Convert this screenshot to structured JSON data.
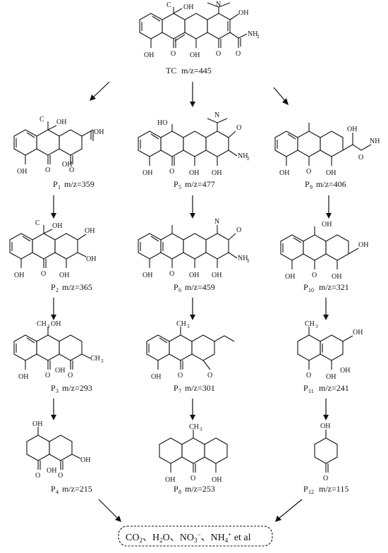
{
  "parent": {
    "name": "TC",
    "mz": "m/z=445"
  },
  "compounds": [
    {
      "id": "P1",
      "prefix": "P",
      "sub": "1",
      "mz": "m/z=359"
    },
    {
      "id": "P5",
      "prefix": "P",
      "sub": "5",
      "mz": "m/z=477"
    },
    {
      "id": "P9",
      "prefix": "P",
      "sub": "9",
      "mz": "m/z=406"
    },
    {
      "id": "P2",
      "prefix": "P",
      "sub": "2",
      "mz": "m/z=365"
    },
    {
      "id": "P6",
      "prefix": "P",
      "sub": "6",
      "mz": "m/z=459"
    },
    {
      "id": "P10",
      "prefix": "P",
      "sub": "10",
      "mz": "m/z=321"
    },
    {
      "id": "P3",
      "prefix": "P",
      "sub": "3",
      "mz": "m/z=293"
    },
    {
      "id": "P7",
      "prefix": "P",
      "sub": "7",
      "mz": "m/z=301"
    },
    {
      "id": "P11",
      "prefix": "P",
      "sub": "11",
      "mz": "m/z=241"
    },
    {
      "id": "P4",
      "prefix": "P",
      "sub": "4",
      "mz": "m/z=215"
    },
    {
      "id": "P8",
      "prefix": "P",
      "sub": "8",
      "mz": "m/z=253"
    },
    {
      "id": "P12",
      "prefix": "P",
      "sub": "12",
      "mz": "m/z=115"
    }
  ],
  "atom_labels": {
    "oh": "OH",
    "o": "O",
    "nh2": "NH",
    "two": "2",
    "ch3": "CH",
    "three": "3",
    "h3c": "H",
    "c": "C",
    "n": "N",
    "ho": "HO"
  },
  "final_products": {
    "co2": "CO",
    "co2_sub": "2",
    "sep1": "、",
    "h2o": "H",
    "h2o_sub": "2",
    "h2o_tail": "O",
    "sep2": "、",
    "no3": "NO",
    "no3_sub": "3",
    "no3_sup": "−",
    "sep3": "、",
    "nh4": "NH",
    "nh4_sub": "4",
    "nh4_sup": "+",
    "etal": " et al"
  }
}
